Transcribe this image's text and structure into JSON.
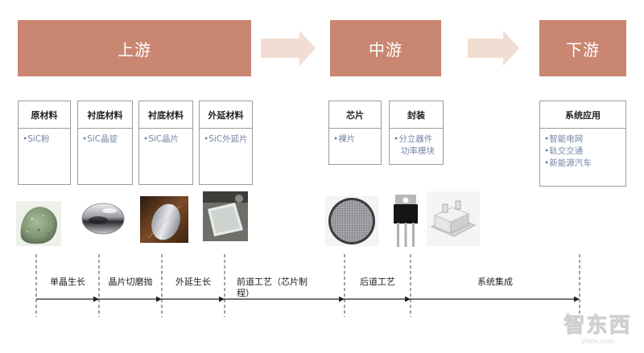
{
  "stages": {
    "upstream": "上游",
    "midstream": "中游",
    "downstream": "下游"
  },
  "segments": {
    "raw_material": {
      "title": "原材料",
      "items": [
        "•SiC粉"
      ]
    },
    "substrate_ingot": {
      "title": "衬底材料",
      "items": [
        "•SiC晶锭"
      ]
    },
    "substrate_wafer": {
      "title": "衬底材料",
      "items": [
        "•SiC晶片"
      ]
    },
    "epitaxy": {
      "title": "外延材料",
      "items": [
        "•SiC外延片"
      ]
    },
    "chip": {
      "title": "芯片",
      "items": [
        "•裸片"
      ]
    },
    "packaging": {
      "title": "封装",
      "items": [
        "•分立器件",
        "功率模块"
      ]
    },
    "application": {
      "title": "系统应用",
      "items": [
        "•智能电网",
        "•轨交交通",
        "•新能源汽车"
      ]
    }
  },
  "photos": [
    "sic-powder-photo",
    "sic-ingot-photo",
    "sic-wafer-photo",
    "sic-epi-wafer-photo",
    "die-wafer-photo",
    "discrete-device-photo",
    "power-module-photo"
  ],
  "process_steps": [
    "单晶生长",
    "晶片切磨抛",
    "外延生长",
    "前道工艺（芯片制程）",
    "后道工艺",
    "系统集成"
  ],
  "watermark": {
    "logo": "智东西",
    "site": "zhidx.com"
  },
  "colors": {
    "stage": "#c98670",
    "arrow": "#f2ddd2",
    "item": "#7486a6",
    "border": "#9c9c9c"
  }
}
